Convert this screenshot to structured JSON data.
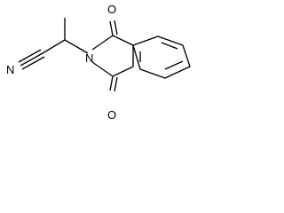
{
  "molecule": {
    "atoms": {
      "nitrile_nitrogen": "N",
      "imide_nitrogen": "N",
      "oxygen_top": "O",
      "oxygen_bottom": "O"
    },
    "colors": {
      "bond": "#000000",
      "label": "#000000",
      "background": "#ffffff"
    }
  }
}
